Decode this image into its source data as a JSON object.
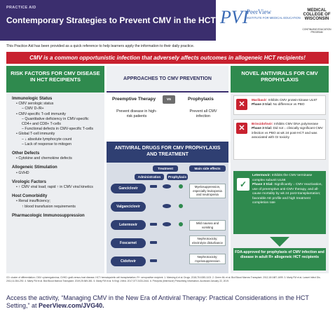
{
  "header": {
    "tag": "PRACTICE AID",
    "title": "Contemporary Strategies to Prevent CMV in the HCT Setting",
    "logo_pvi": "PVI",
    "logo_peer": "PeerView",
    "logo_peer_sub": "INSTITUTE FOR MEDICAL EDUCATION",
    "logo_mcw": "MEDICAL COLLEGE OF WISCONSIN",
    "logo_mcw_sub": "CONTINUING EDUCATION PROGRAM"
  },
  "intro": "This Practice Aid has been provided as a quick reference to help learners apply the information to their daily practice.",
  "banner": "CMV is a common opportunistic infection that adversely affects outcomes in allogeneic HCT recipients!",
  "risk": {
    "heading": "RISK FACTORS FOR CMV DISEASE IN HCT RECIPIENTS",
    "sections": [
      {
        "title": "Immunologic Status",
        "lines": [
          {
            "t": "CMV serologic status",
            "lvl": 1
          },
          {
            "t": "– CMV D-/R+",
            "lvl": 2
          },
          {
            "t": "CMV-specific T-cell immunity",
            "lvl": 1
          },
          {
            "t": "– Quantitative deficiency in CMV-specific CD4+ and CD8+ T-cells",
            "lvl": 2
          },
          {
            "t": "– Functional defects in CMV-specific T-cells",
            "lvl": 2
          },
          {
            "t": "Global T-cell immunity",
            "lvl": 1
          },
          {
            "t": "– ↓ absolute lymphocyte count",
            "lvl": 2
          },
          {
            "t": "– Lack of response to mitogen",
            "lvl": 2
          }
        ]
      },
      {
        "title": "Other Defects",
        "lines": [
          {
            "t": "Cytokine and chemokine defects",
            "lvl": 1
          }
        ]
      },
      {
        "title": "Allogeneic Stimulation",
        "lines": [
          {
            "t": "GVHD",
            "lvl": 1
          }
        ]
      },
      {
        "title": "Virologic Factors",
        "lines": [
          {
            "t": "↑ CMV viral load; rapid ↑ in CMV viral kinetics",
            "lvl": 1
          }
        ]
      },
      {
        "title": "Host Comorbidity",
        "lines": [
          {
            "t": "Renal insufficiency;",
            "lvl": 1
          },
          {
            "t": "↑ blood transfusion requirements",
            "lvl": 2
          }
        ]
      },
      {
        "title": "Pharmacologic Immunosuppression",
        "lines": []
      }
    ]
  },
  "approach": {
    "heading": "APPROACHES TO CMV PREVENTION",
    "preemptive": "Preemptive Therapy",
    "vs": "vs",
    "prophylaxis": "Prophylaxis",
    "preemptive_desc": "Prevent disease in high-risk patients",
    "prophylaxis_desc": "Prevent all CMV infection",
    "drugs_heading": "ANTIVIRAL DRUGS FOR CMV PROPHYLAXIS AND TREATMENT",
    "col_treatment": "Treatment",
    "col_side": "Main side effects",
    "col_admin": "Administration",
    "col_proph": "Prophylaxis",
    "drugs": [
      "Ganciclovir",
      "Valganciclovir",
      "Letermovir",
      "Foscarnet",
      "Cidofovir"
    ],
    "effects": [
      "Myelosuppression, especially leukopenia and neutropenia",
      "Mild nausea and vomiting",
      "Nephrotoxicity; electrolyte disturbance",
      "Nephrotoxicity; myelosuppression"
    ]
  },
  "novel": {
    "heading": "NOVEL ANTIVIRALS FOR CMV PROPHYLAXIS",
    "failed": [
      {
        "name": "Maribavir:",
        "text": " Inhibits CMV protein-kinase UL97",
        "phase": "Phase 3 trial:",
        "result": " No difference vs PBO"
      },
      {
        "name": "Brincidofovir:",
        "text": " Inhibits CMV DNA polymerase",
        "phase": "Phase 3 trial:",
        "result": " Did not ↓ clinically significant CMV infection vs PBO at wk 24 post-HCT and was associated with GI toxicity"
      }
    ],
    "success": {
      "name": "Letermovir:",
      "text": " Inhibits the CMV terminase complex subunit UL56",
      "phase": "Phase 3 trial:",
      "result": " Significantly ↓ CMV reactivation, use of preemptive anti-CMV therapy, and all-cause mortality by wk 24 post-transplantation; favorable AE profile and high treatment completion rate"
    },
    "fda": "FDA-approved for prophylaxis of CMV infection and disease in adult R+ allogeneic HCT recipients"
  },
  "refs": "CD: cluster of differentiation; CMV: cytomegalovirus; GVHD: graft-versus-host disease; HCT: hematopoietic cell transplantation; R+: seropositive recipient. 1. Meesing A et al. Drugs. 2018;78:1085-1103. 2. Green ML et al. Biol Blood Marrow Transplant. 2012;18:1687-1699. 3. Marty FM et al. Lancet Infect Dis. 2011;11:284-292. 4. Marty FM et al. Biol Blood Marrow Transplant. 2019;25:369-381. 5. Marty FM et al. N Engl J Med. 2017;377:2433-2444. 6. Prevymis (letermovir) Prescribing Information. Accessed January 22, 2019.",
  "access": {
    "text": "Access the activity, “Managing CMV in the New Era of Antiviral Therapy: Practical Considerations in the HCT Setting,” at",
    "link": "PeerView.com/JVG40."
  },
  "colors": {
    "purple": "#3b2e6e",
    "red": "#c8212f",
    "green": "#2f8a4e",
    "navy": "#2f3f72"
  }
}
